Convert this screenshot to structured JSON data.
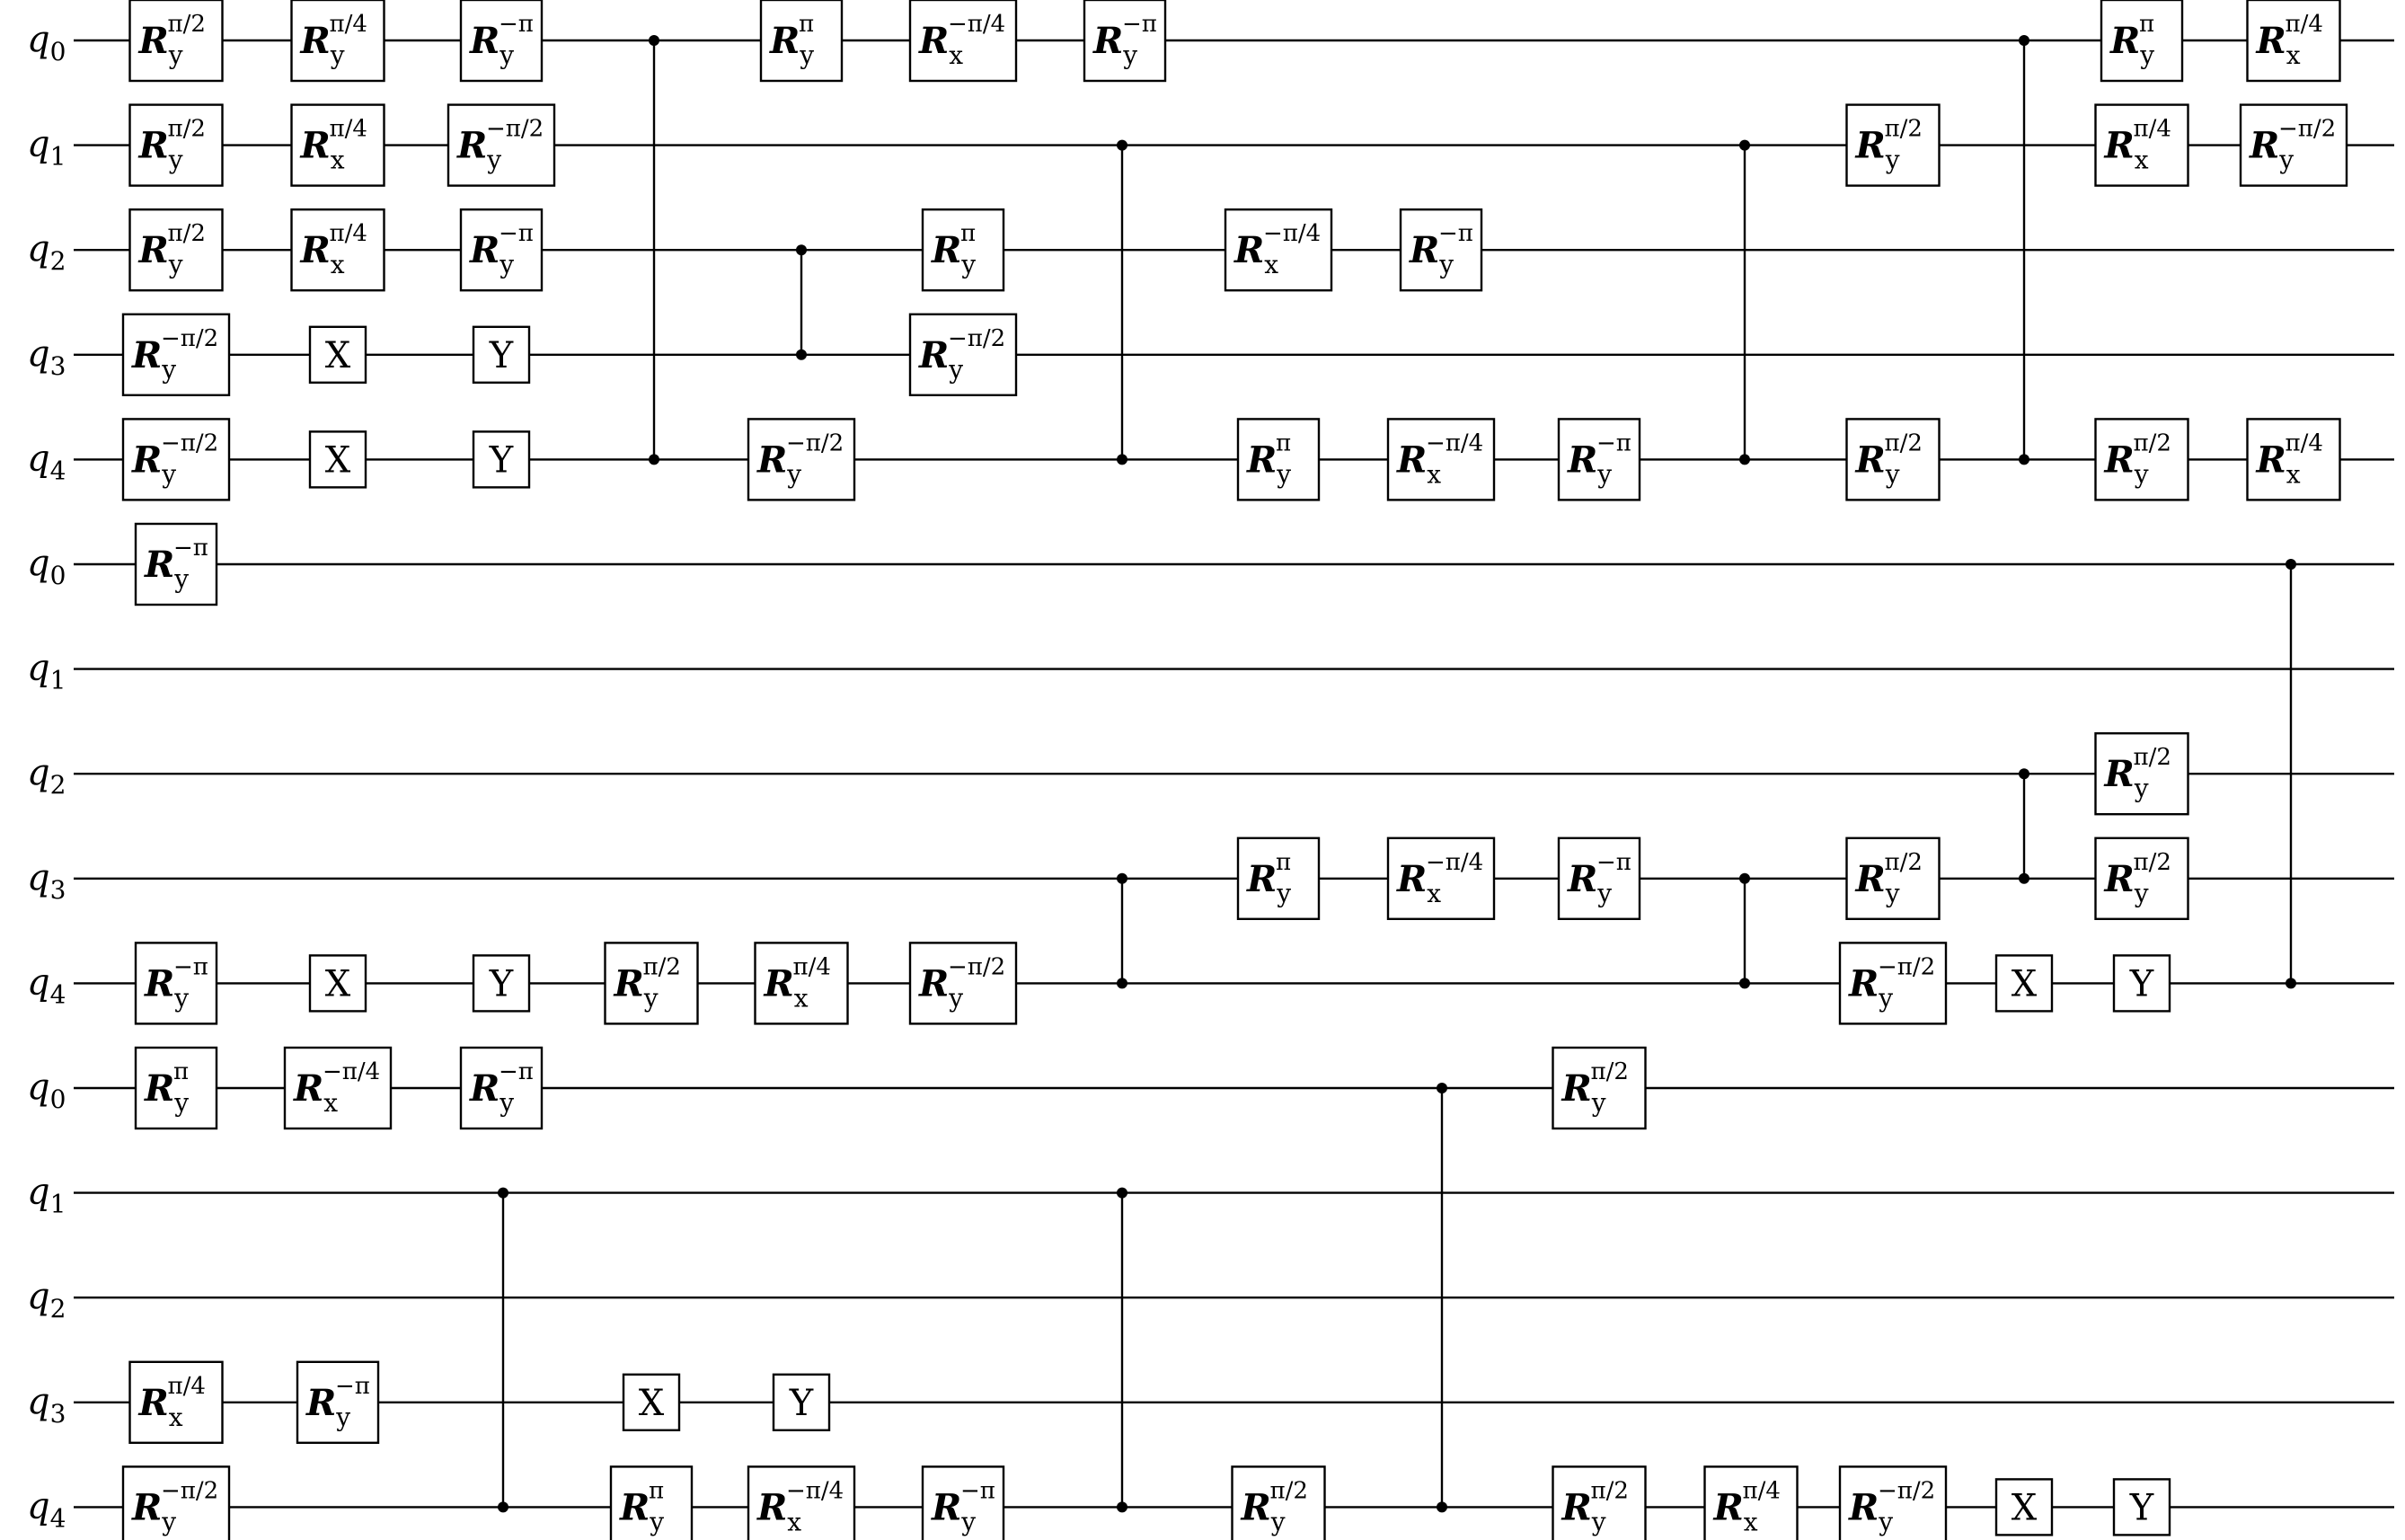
{
  "wires": [
    {
      "name": "q",
      "sub": "0"
    },
    {
      "name": "q",
      "sub": "1"
    },
    {
      "name": "q",
      "sub": "2"
    },
    {
      "name": "q",
      "sub": "3"
    },
    {
      "name": "q",
      "sub": "4"
    },
    {
      "name": "q",
      "sub": "0"
    },
    {
      "name": "q",
      "sub": "1"
    },
    {
      "name": "q",
      "sub": "2"
    },
    {
      "name": "q",
      "sub": "3"
    },
    {
      "name": "q",
      "sub": "4"
    },
    {
      "name": "q",
      "sub": "0"
    },
    {
      "name": "q",
      "sub": "1"
    },
    {
      "name": "q",
      "sub": "2"
    },
    {
      "name": "q",
      "sub": "3"
    },
    {
      "name": "q",
      "sub": "4"
    }
  ],
  "gates": [
    {
      "w": 0,
      "c": 196,
      "t": "R",
      "ax": "y",
      "ang": "π/2"
    },
    {
      "w": 0,
      "c": 376,
      "t": "R",
      "ax": "y",
      "ang": "π/4"
    },
    {
      "w": 0,
      "c": 558,
      "t": "R",
      "ax": "y",
      "ang": "−π"
    },
    {
      "w": 0,
      "c": 892,
      "t": "R",
      "ax": "y",
      "ang": "π"
    },
    {
      "w": 0,
      "c": 1072,
      "t": "R",
      "ax": "x",
      "ang": "−π/4"
    },
    {
      "w": 0,
      "c": 1252,
      "t": "R",
      "ax": "y",
      "ang": "−π"
    },
    {
      "w": 0,
      "c": 2384,
      "t": "R",
      "ax": "y",
      "ang": "π"
    },
    {
      "w": 0,
      "c": 2553,
      "t": "R",
      "ax": "x",
      "ang": "π/4"
    },
    {
      "w": 1,
      "c": 196,
      "t": "R",
      "ax": "y",
      "ang": "π/2"
    },
    {
      "w": 1,
      "c": 376,
      "t": "R",
      "ax": "x",
      "ang": "π/4"
    },
    {
      "w": 1,
      "c": 558,
      "t": "R",
      "ax": "y",
      "ang": "−π/2"
    },
    {
      "w": 1,
      "c": 2107,
      "t": "R",
      "ax": "y",
      "ang": "π/2"
    },
    {
      "w": 1,
      "c": 2384,
      "t": "R",
      "ax": "x",
      "ang": "π/4"
    },
    {
      "w": 1,
      "c": 2553,
      "t": "R",
      "ax": "y",
      "ang": "−π/2"
    },
    {
      "w": 2,
      "c": 196,
      "t": "R",
      "ax": "y",
      "ang": "π/2"
    },
    {
      "w": 2,
      "c": 376,
      "t": "R",
      "ax": "x",
      "ang": "π/4"
    },
    {
      "w": 2,
      "c": 558,
      "t": "R",
      "ax": "y",
      "ang": "−π"
    },
    {
      "w": 2,
      "c": 1072,
      "t": "R",
      "ax": "y",
      "ang": "π"
    },
    {
      "w": 2,
      "c": 1423,
      "t": "R",
      "ax": "x",
      "ang": "−π/4"
    },
    {
      "w": 2,
      "c": 1604,
      "t": "R",
      "ax": "y",
      "ang": "−π"
    },
    {
      "w": 3,
      "c": 196,
      "t": "R",
      "ax": "y",
      "ang": "−π/2"
    },
    {
      "w": 3,
      "c": 376,
      "t": "X"
    },
    {
      "w": 3,
      "c": 558,
      "t": "Y"
    },
    {
      "w": 3,
      "c": 1072,
      "t": "R",
      "ax": "y",
      "ang": "−π/2"
    },
    {
      "w": 4,
      "c": 196,
      "t": "R",
      "ax": "y",
      "ang": "−π/2"
    },
    {
      "w": 4,
      "c": 376,
      "t": "X"
    },
    {
      "w": 4,
      "c": 558,
      "t": "Y"
    },
    {
      "w": 4,
      "c": 892,
      "t": "R",
      "ax": "y",
      "ang": "−π/2"
    },
    {
      "w": 4,
      "c": 1423,
      "t": "R",
      "ax": "y",
      "ang": "π"
    },
    {
      "w": 4,
      "c": 1604,
      "t": "R",
      "ax": "x",
      "ang": "−π/4"
    },
    {
      "w": 4,
      "c": 1780,
      "t": "R",
      "ax": "y",
      "ang": "−π"
    },
    {
      "w": 4,
      "c": 2107,
      "t": "R",
      "ax": "y",
      "ang": "π/2"
    },
    {
      "w": 4,
      "c": 2384,
      "t": "R",
      "ax": "y",
      "ang": "π/2"
    },
    {
      "w": 4,
      "c": 2553,
      "t": "R",
      "ax": "x",
      "ang": "π/4"
    },
    {
      "w": 5,
      "c": 196,
      "t": "R",
      "ax": "y",
      "ang": "−π"
    },
    {
      "w": 7,
      "c": 2384,
      "t": "R",
      "ax": "y",
      "ang": "π/2"
    },
    {
      "w": 8,
      "c": 1423,
      "t": "R",
      "ax": "y",
      "ang": "π"
    },
    {
      "w": 8,
      "c": 1604,
      "t": "R",
      "ax": "x",
      "ang": "−π/4"
    },
    {
      "w": 8,
      "c": 1780,
      "t": "R",
      "ax": "y",
      "ang": "−π"
    },
    {
      "w": 8,
      "c": 2107,
      "t": "R",
      "ax": "y",
      "ang": "π/2"
    },
    {
      "w": 8,
      "c": 2384,
      "t": "R",
      "ax": "y",
      "ang": "π/2"
    },
    {
      "w": 9,
      "c": 196,
      "t": "R",
      "ax": "y",
      "ang": "−π"
    },
    {
      "w": 9,
      "c": 376,
      "t": "X"
    },
    {
      "w": 9,
      "c": 558,
      "t": "Y"
    },
    {
      "w": 9,
      "c": 725,
      "t": "R",
      "ax": "y",
      "ang": "π/2"
    },
    {
      "w": 9,
      "c": 892,
      "t": "R",
      "ax": "x",
      "ang": "π/4"
    },
    {
      "w": 9,
      "c": 1072,
      "t": "R",
      "ax": "y",
      "ang": "−π/2"
    },
    {
      "w": 9,
      "c": 2107,
      "t": "R",
      "ax": "y",
      "ang": "−π/2"
    },
    {
      "w": 9,
      "c": 2253,
      "t": "X"
    },
    {
      "w": 9,
      "c": 2384,
      "t": "Y"
    },
    {
      "w": 10,
      "c": 196,
      "t": "R",
      "ax": "y",
      "ang": "π"
    },
    {
      "w": 10,
      "c": 376,
      "t": "R",
      "ax": "x",
      "ang": "−π/4"
    },
    {
      "w": 10,
      "c": 558,
      "t": "R",
      "ax": "y",
      "ang": "−π"
    },
    {
      "w": 10,
      "c": 1780,
      "t": "R",
      "ax": "y",
      "ang": "π/2"
    },
    {
      "w": 13,
      "c": 196,
      "t": "R",
      "ax": "x",
      "ang": "π/4"
    },
    {
      "w": 13,
      "c": 376,
      "t": "R",
      "ax": "y",
      "ang": "−π"
    },
    {
      "w": 13,
      "c": 725,
      "t": "X"
    },
    {
      "w": 13,
      "c": 892,
      "t": "Y"
    },
    {
      "w": 14,
      "c": 196,
      "t": "R",
      "ax": "y",
      "ang": "−π/2"
    },
    {
      "w": 14,
      "c": 725,
      "t": "R",
      "ax": "y",
      "ang": "π"
    },
    {
      "w": 14,
      "c": 892,
      "t": "R",
      "ax": "x",
      "ang": "−π/4"
    },
    {
      "w": 14,
      "c": 1072,
      "t": "R",
      "ax": "y",
      "ang": "−π"
    },
    {
      "w": 14,
      "c": 1423,
      "t": "R",
      "ax": "y",
      "ang": "π/2"
    },
    {
      "w": 14,
      "c": 1780,
      "t": "R",
      "ax": "y",
      "ang": "π/2"
    },
    {
      "w": 14,
      "c": 1949,
      "t": "R",
      "ax": "x",
      "ang": "π/4"
    },
    {
      "w": 14,
      "c": 2107,
      "t": "R",
      "ax": "y",
      "ang": "−π/2"
    },
    {
      "w": 14,
      "c": 2253,
      "t": "X"
    },
    {
      "w": 14,
      "c": 2384,
      "t": "Y"
    }
  ],
  "controlled_z": [
    {
      "c": 728,
      "a": 0,
      "b": 4
    },
    {
      "c": 892,
      "a": 2,
      "b": 3
    },
    {
      "c": 1249,
      "a": 1,
      "b": 4
    },
    {
      "c": 1942,
      "a": 1,
      "b": 4
    },
    {
      "c": 2253,
      "a": 0,
      "b": 4
    },
    {
      "c": 2550,
      "a": 5,
      "b": 9
    },
    {
      "c": 1249,
      "a": 8,
      "b": 9
    },
    {
      "c": 1942,
      "a": 8,
      "b": 9
    },
    {
      "c": 2253,
      "a": 7,
      "b": 8
    },
    {
      "c": 560,
      "a": 11,
      "b": 14
    },
    {
      "c": 1249,
      "a": 11,
      "b": 14
    },
    {
      "c": 1605,
      "a": 10,
      "b": 14
    }
  ]
}
